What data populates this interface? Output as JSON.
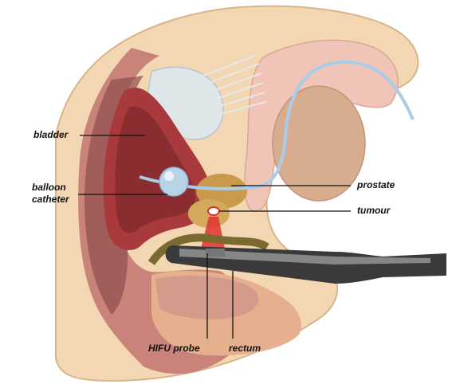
{
  "labels": {
    "bladder": "bladder",
    "balloon_line1": "balloon",
    "balloon_line2": "catheter",
    "prostate": "prostate",
    "tumour": "tumour",
    "hifu_probe": "HIFU probe",
    "rectum": "rectum"
  },
  "colors": {
    "skin": "#f3d7b3",
    "skin_edge": "#d9b48a",
    "bladder_wall": "#a8393c",
    "bladder_inner": "#8a2d30",
    "pelvic_cavity": "#c9837a",
    "pelvic_dark": "#8e4d4d",
    "prostate": "#c99a4a",
    "tumour": "#ffffff",
    "hifu_beam": "#e0322e",
    "probe_dark": "#3a3a3a",
    "probe_light": "#9a9a9a",
    "balloon": "#b9d3e6",
    "catheter": "#a9cde8",
    "penis": "#f0c5b7",
    "testis": "#d8ad8f",
    "bone": "#dfe6ea",
    "rectum": "#d49a8a",
    "leader_line": "#111111"
  }
}
